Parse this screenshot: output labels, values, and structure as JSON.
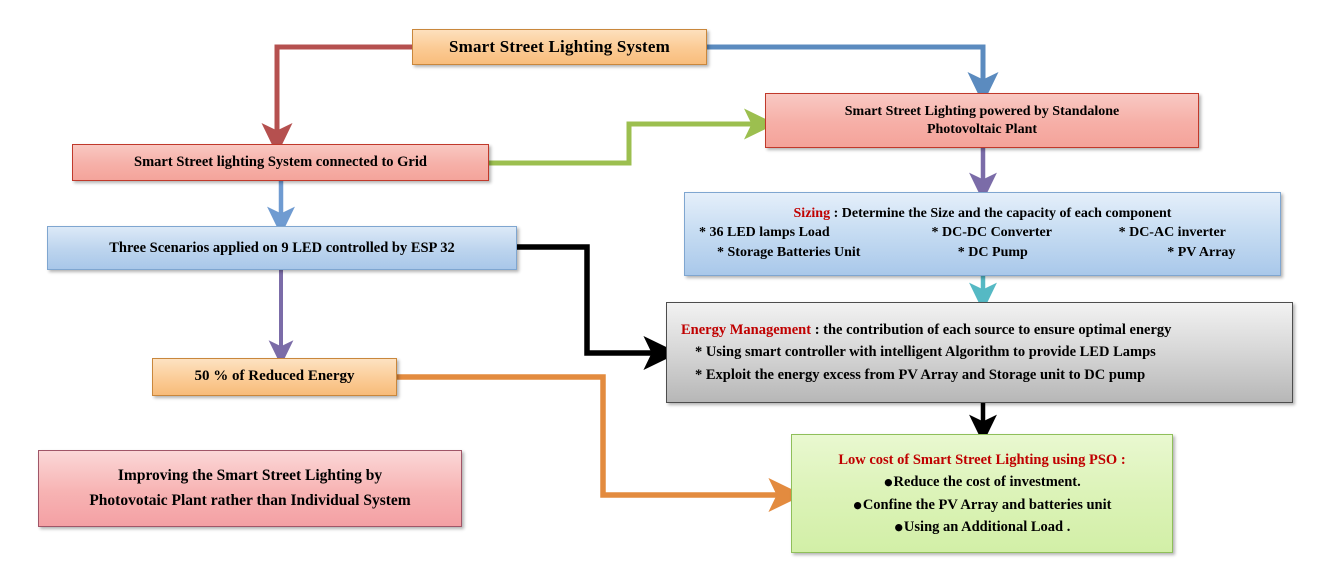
{
  "diagram": {
    "title": "Smart Street Lighting System flowchart",
    "colors": {
      "title_box": "#fbcb95",
      "pink_box": "#f6b0a8",
      "blue_box": "#bcd4ee",
      "orange_box": "#fbcc97",
      "gray_box": "#d9d9d9",
      "green_box": "#dcf3b8",
      "arrow_dark_red": "#b5504f",
      "arrow_blue": "#5b8bbf",
      "arrow_green": "#9cbf4f",
      "arrow_light_blue": "#6f9bd1",
      "arrow_purple": "#7b6ca8",
      "arrow_teal": "#55b9c4",
      "arrow_black": "#000000",
      "arrow_orange": "#e38b3f",
      "red_text": "#c00000"
    }
  },
  "nodes": {
    "title": {
      "label": "Smart Street  Lighting System"
    },
    "grid": {
      "label": "Smart Street lighting System  connected to  Grid"
    },
    "standalone": {
      "line1": "Smart Street Lighting powered by Standalone",
      "line2": "Photovoltaic Plant"
    },
    "scenarios": {
      "label": "Three Scenarios applied on 9 LED controlled by ESP 32"
    },
    "sizing": {
      "heading_red": "Sizing",
      "heading_rest": " : Determine the Size and the capacity of each component",
      "row1_col1": "* 36 LED lamps Load",
      "row1_col2": "* DC-DC Converter",
      "row1_col3": "*  DC-AC inverter",
      "row2_col1": "*  Storage  Batteries Unit",
      "row2_col2": "*  DC Pump",
      "row2_col3": "*  PV Array"
    },
    "reduced": {
      "label": "50 % of Reduced Energy"
    },
    "energy": {
      "heading_red": "Energy Management",
      "heading_rest": " : the contribution of each source to ensure optimal energy",
      "bullet1": "*  Using smart controller with intelligent Algorithm to provide LED Lamps",
      "bullet2": "*   Exploit the energy excess  from PV Array and Storage unit to DC pump"
    },
    "improving": {
      "line1": "Improving the Smart Street Lighting by",
      "line2": "Photovotaic Plant rather than Individual System"
    },
    "pso": {
      "title_line": "Low cost of Smart Street Lighting using PSO :",
      "bullet1": "Reduce the cost of investment.",
      "bullet2": "Confine  the PV Array and  batteries unit",
      "bullet3": "Using an Additional Load ."
    }
  },
  "edges": [
    {
      "name": "title-to-grid",
      "color": "#b5504f"
    },
    {
      "name": "title-to-standalone",
      "color": "#5b8bbf"
    },
    {
      "name": "grid-to-standalone",
      "color": "#9cbf4f"
    },
    {
      "name": "grid-to-scenarios",
      "color": "#6f9bd1"
    },
    {
      "name": "scenarios-to-reduced",
      "color": "#7b6ca8"
    },
    {
      "name": "scenarios-to-energy",
      "color": "#000000"
    },
    {
      "name": "standalone-to-sizing",
      "color": "#7b6ca8"
    },
    {
      "name": "sizing-to-energy",
      "color": "#55b9c4"
    },
    {
      "name": "energy-to-pso",
      "color": "#000000"
    },
    {
      "name": "reduced-to-pso",
      "color": "#e38b3f"
    }
  ]
}
